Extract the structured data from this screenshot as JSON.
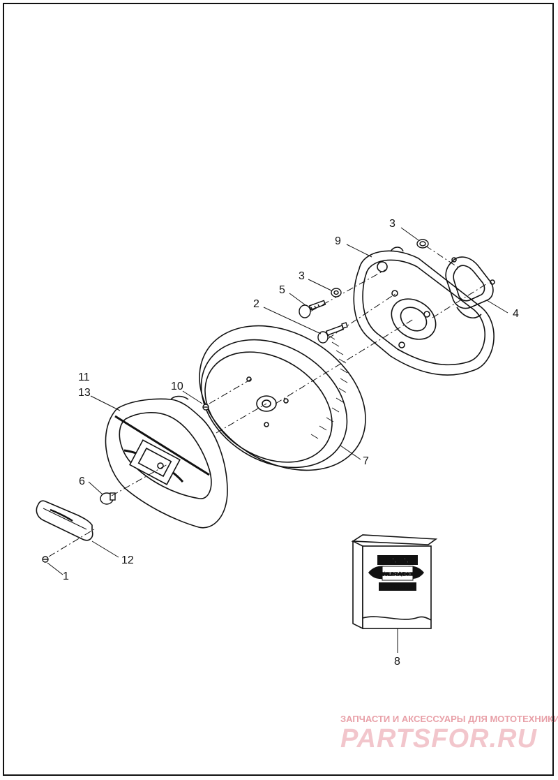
{
  "callouts": {
    "c3a": "3",
    "c9": "9",
    "c3b": "3",
    "c5": "5",
    "c2": "2",
    "c4": "4",
    "c11": "11",
    "c13": "13",
    "c10": "10",
    "c7": "7",
    "c6": "6",
    "c12": "12",
    "c1": "1",
    "c8": "8"
  },
  "manual_logo": {
    "line1": "GENUINE",
    "line2": "HARLEY-DAVIDSON",
    "line3": "MOTOR PARTS"
  },
  "watermark": {
    "tagline": "ЗАПЧАСТИ И АКСЕССУАРЫ ДЛЯ МОТОТЕХНИКИ",
    "brand": "PARTSFOR.RU"
  }
}
